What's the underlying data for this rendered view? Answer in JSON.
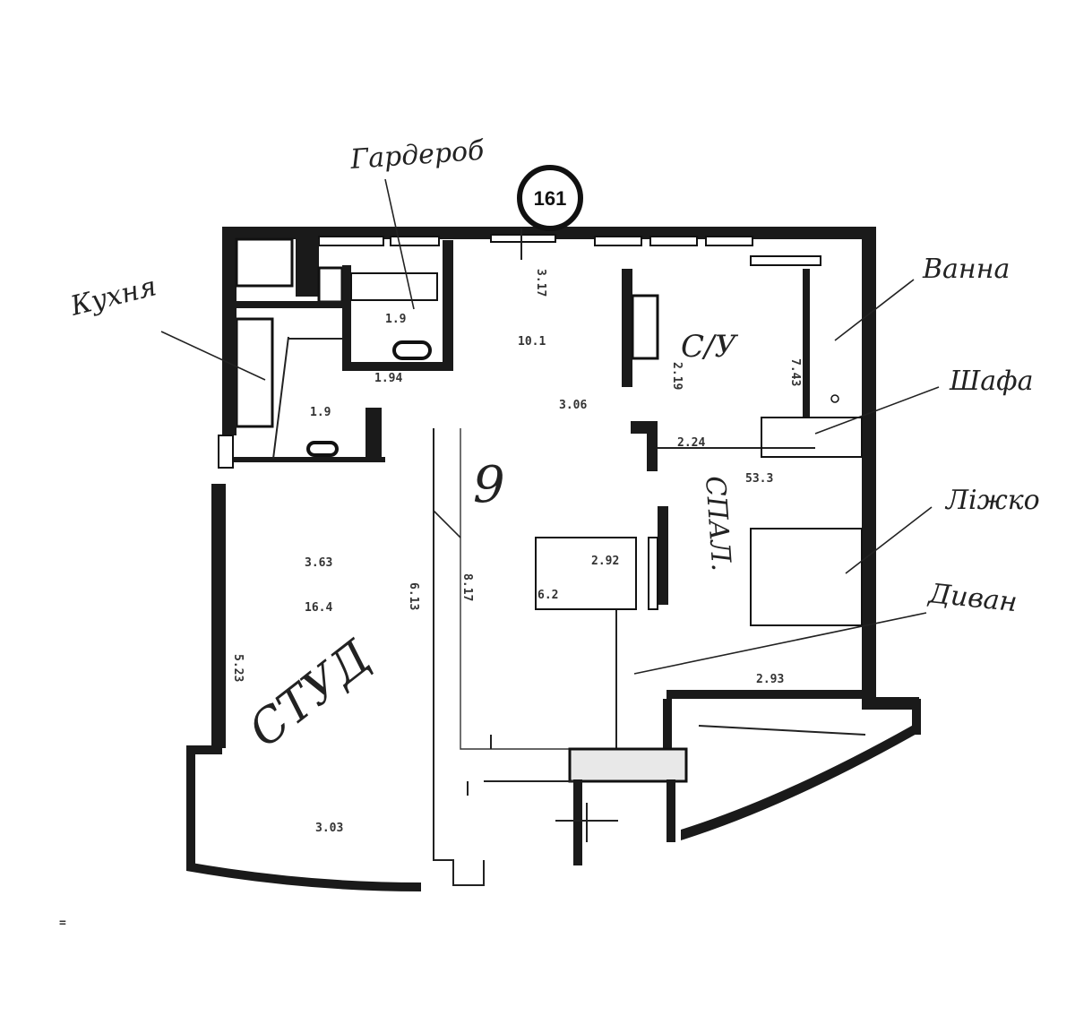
{
  "plan": {
    "unit_number": "161",
    "labels": {
      "wardrobe": "Гардероб",
      "kitchen": "Кухня",
      "bathroom": "Ванна",
      "wc": "С/У",
      "closet": "Шафа",
      "bedroom": "СПАЛ.",
      "bed": "Ліжко",
      "sofa": "Диван",
      "living": "СТУД",
      "nine": "9"
    },
    "dimensions": {
      "wardrobe_area": "1.9",
      "hall_width": "3.17",
      "hall_area": "10.1",
      "corridor_width": "3.06",
      "wc_height": "2.19",
      "bath_height": "7.43",
      "bath_width": "2.24",
      "bedroom_area": "53.3",
      "kitchen_area": "1.9",
      "kitchen_width": "1.94",
      "living_width": "3.63",
      "living_area": "16.4",
      "living_height": "6.13",
      "living_side": "5.23",
      "living_bottom": "3.03",
      "center_width": "8.17",
      "dressing_width": "2.92",
      "dressing_area": "6.2",
      "balcony_width": "2.93",
      "bottom_left_mark": "="
    }
  }
}
